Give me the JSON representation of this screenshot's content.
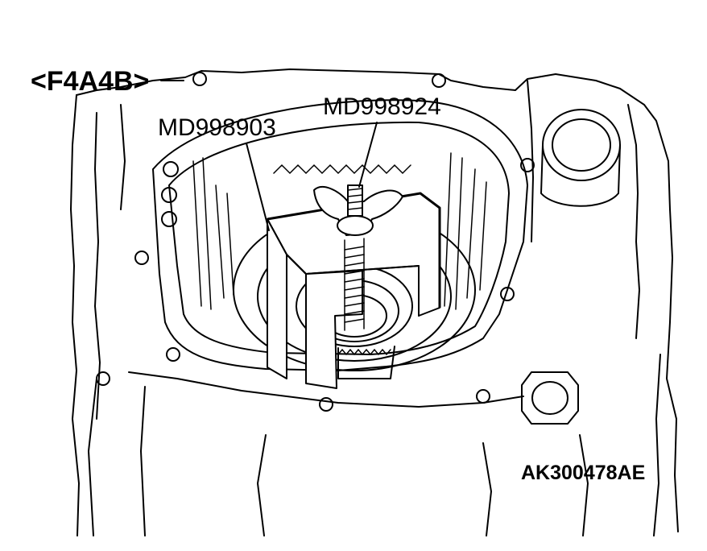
{
  "figure": {
    "variant_label": "<F4A4B>",
    "tool_labels": [
      {
        "id": "puller_body",
        "text": "MD998903"
      },
      {
        "id": "wing_bolt",
        "text": "MD998924"
      }
    ],
    "figure_id": "AK300478AE"
  },
  "colors": {
    "line": "#000000",
    "background": "#ffffff"
  }
}
